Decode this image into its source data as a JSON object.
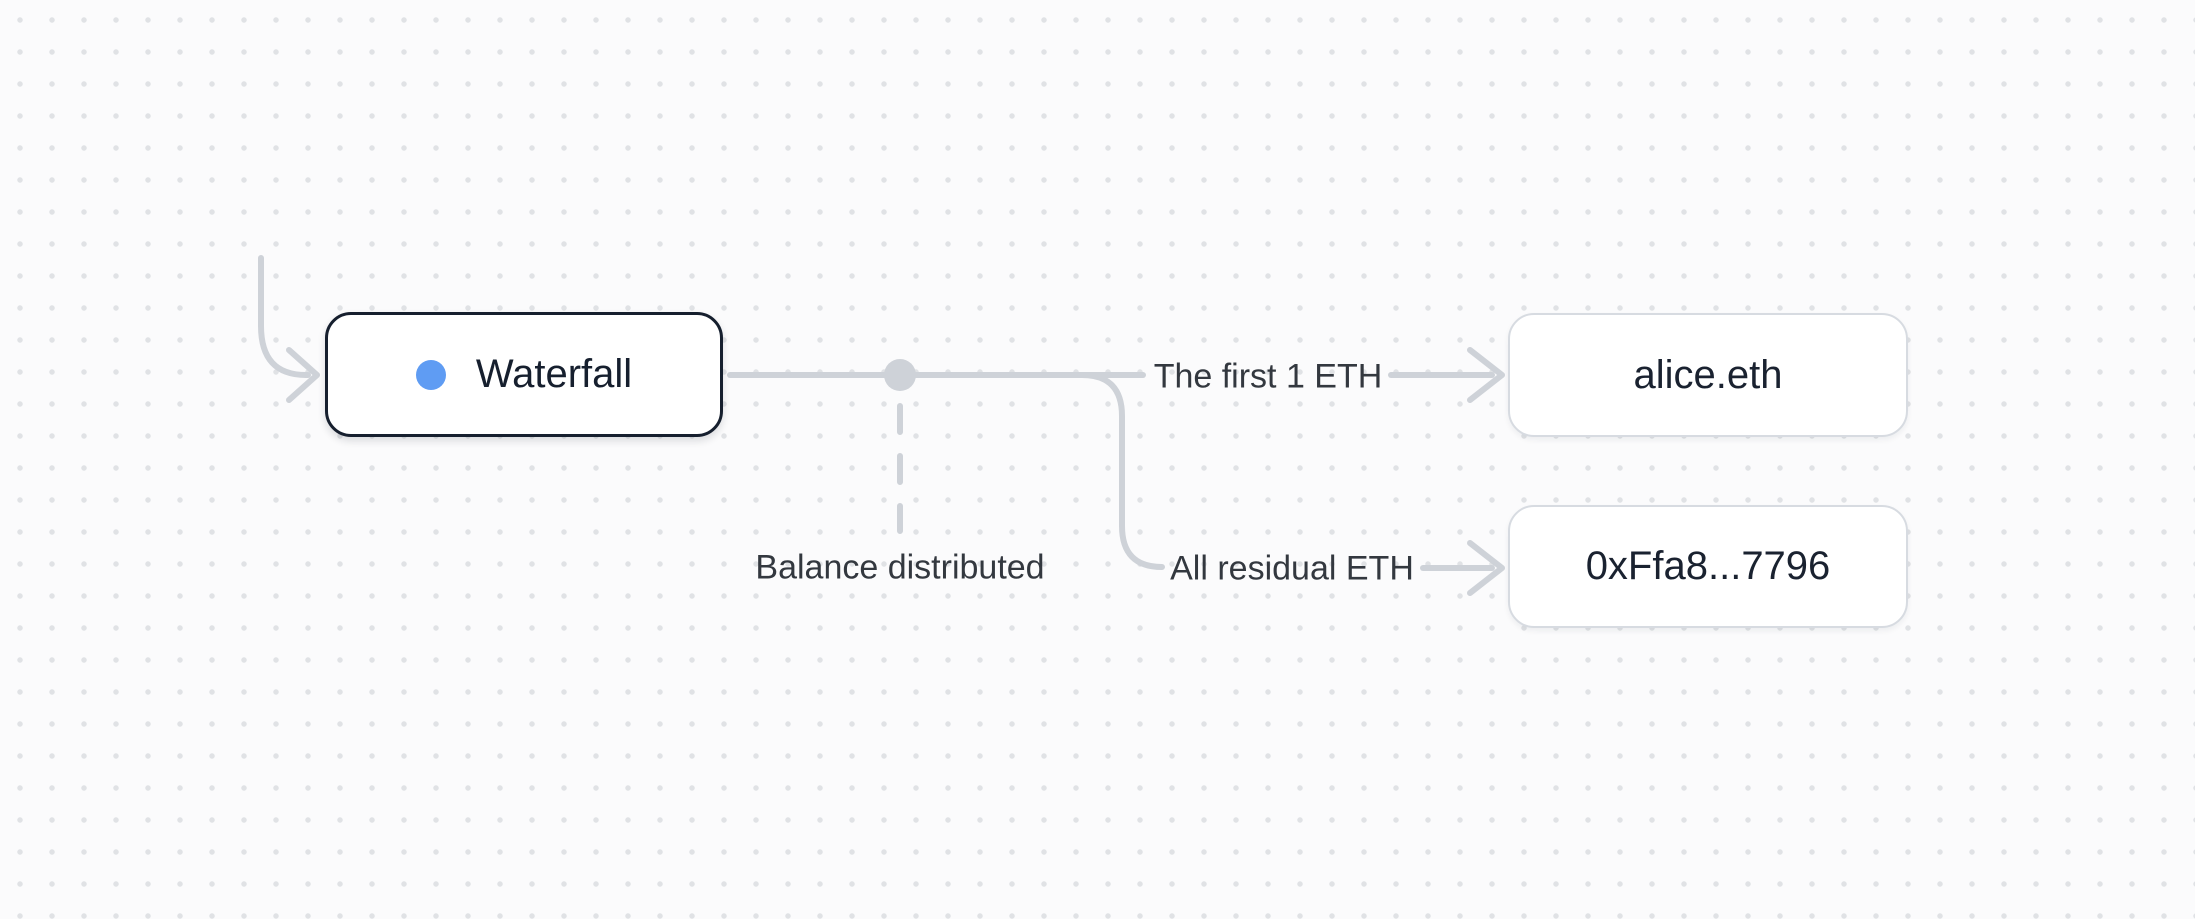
{
  "canvas": {
    "background_color": "#FBFBFC",
    "grid_dot_color": "#E0E2E5",
    "edge_color": "#CED2D8"
  },
  "nodes": {
    "waterfall": {
      "label": "Waterfall",
      "token_dot_color": "#5F9CF3",
      "border_color": "#161F2E"
    },
    "recipient_1": {
      "label": "alice.eth"
    },
    "recipient_2": {
      "label": "0xFfa8...7796"
    }
  },
  "edge_labels": {
    "first_tranche": "The first 1 ETH",
    "residual_tranche": "All residual ETH",
    "balance_note": "Balance distributed"
  }
}
